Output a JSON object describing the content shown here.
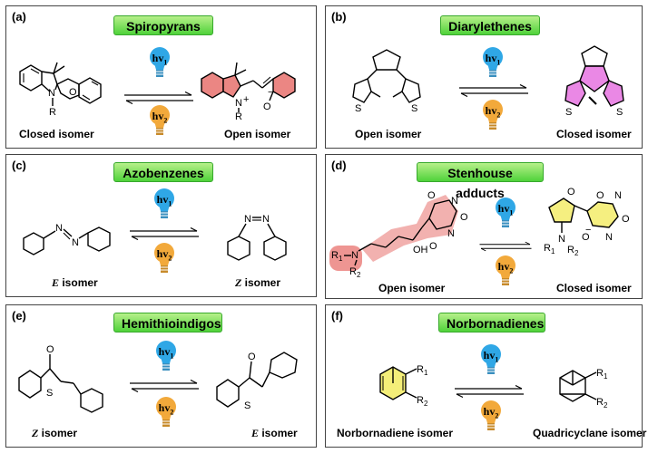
{
  "panels": [
    {
      "label": "(a)",
      "title": "Spiropyrans",
      "left_caption": "Closed isomer",
      "right_caption": "Open isomer"
    },
    {
      "label": "(b)",
      "title": "Diarylethenes",
      "left_caption": "Open isomer",
      "right_caption": "Closed isomer"
    },
    {
      "label": "(c)",
      "title": "Azobenzenes",
      "left_caption_italic": "E",
      "left_caption_rest": " isomer",
      "right_caption_italic": "Z",
      "right_caption_rest": " isomer"
    },
    {
      "label": "(d)",
      "title": "Stenhouse adducts",
      "left_caption": "Open isomer",
      "right_caption": "Closed isomer"
    },
    {
      "label": "(e)",
      "title": "Hemithioindigos",
      "left_caption_italic": "Z",
      "left_caption_rest": " isomer",
      "right_caption_italic": "E",
      "right_caption_rest": " isomer"
    },
    {
      "label": "(f)",
      "title": "Norbornadienes",
      "left_caption": "Norbornadiene isomer",
      "right_caption": "Quadricyclane isomer"
    }
  ],
  "light": {
    "hv": "hv",
    "sub1": "1",
    "sub2": "2"
  },
  "atoms": {
    "N": "N",
    "R": "R",
    "O": "O",
    "S": "S",
    "plus": "+",
    "minus": "−",
    "OH": "OH",
    "R1": "R",
    "R2": "R",
    "one": "1",
    "two": "2"
  },
  "colors": {
    "blue_bulb": "#2fa7e6",
    "orange_bulb": "#f2a93b",
    "title_green": "#4fd23a",
    "highlight_red": "#e8716d",
    "highlight_magenta": "#e56adf",
    "highlight_yellow": "#f3ec6a"
  }
}
